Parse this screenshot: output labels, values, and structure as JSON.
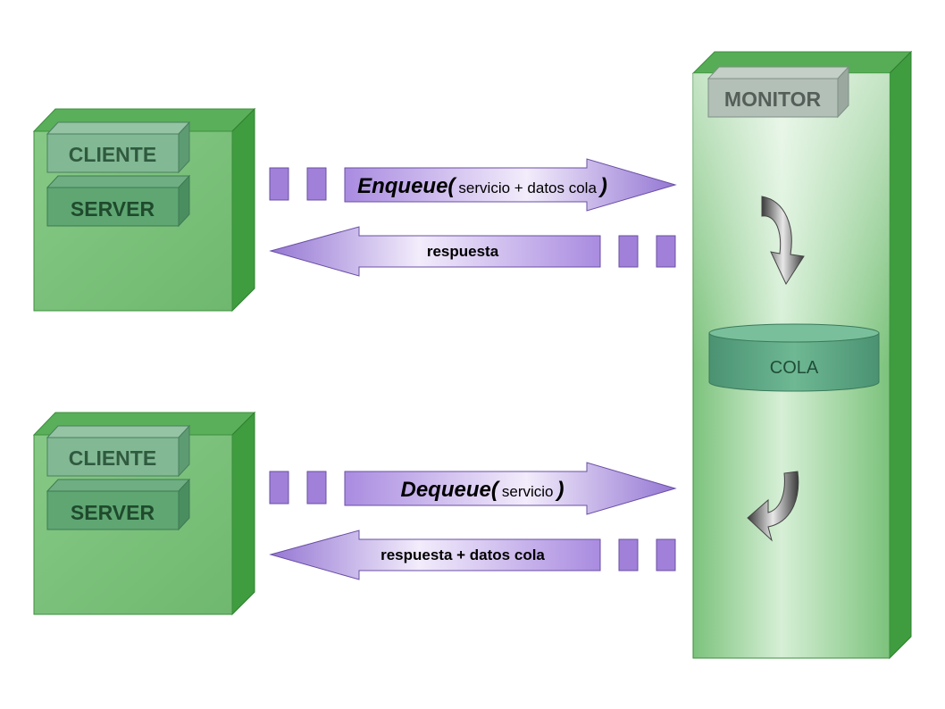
{
  "nodes": {
    "node1": {
      "cliente": "CLIENTE",
      "server": "SERVER"
    },
    "node2": {
      "cliente": "CLIENTE",
      "server": "SERVER"
    },
    "monitor": {
      "title": "MONITOR",
      "queue": "COLA"
    }
  },
  "arrows": {
    "enqueue": {
      "func": "Enqueue(",
      "args": "servicio + datos cola",
      "close": ")"
    },
    "respuesta1": {
      "label": "respuesta"
    },
    "dequeue": {
      "func": "Dequeue(",
      "args": "servicio",
      "close": ")"
    },
    "respuesta2": {
      "label": "respuesta + datos cola"
    }
  },
  "colors": {
    "node_green": "#7dc27d",
    "node_dark": "#3a9a3a",
    "arrow_purple": "#9b7fd6",
    "queue_teal": "#4f9a7a"
  }
}
